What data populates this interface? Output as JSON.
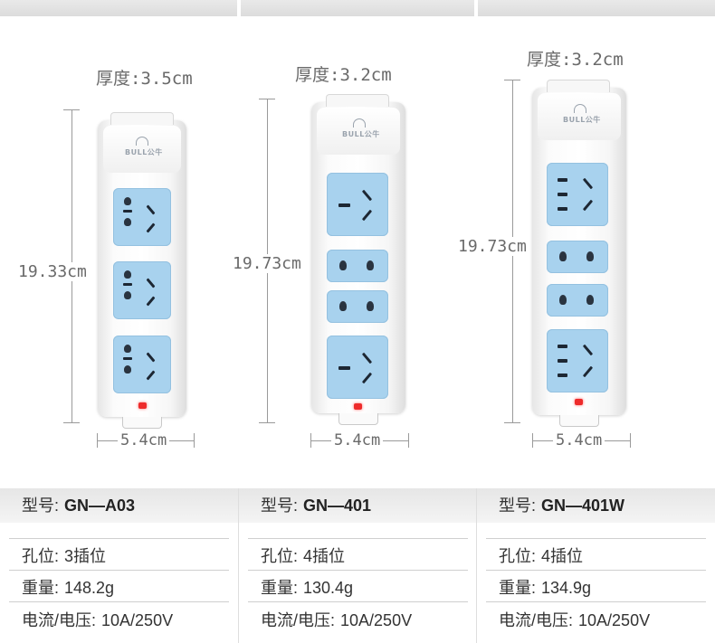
{
  "products": [
    {
      "thickness_label": "厚度:3.5cm",
      "height_label": "19.33cm",
      "width_label": "5.4cm",
      "logo_text": "BULL公牛",
      "specs": {
        "model_label": "型号:",
        "model_value": "GN—A03",
        "holes_label": "孔位:",
        "holes_value": "3插位",
        "weight_label": "重量:",
        "weight_value": "148.2g",
        "rating_label": "电流/电压:",
        "rating_value": "10A/250V"
      }
    },
    {
      "thickness_label": "厚度:3.2cm",
      "height_label": "19.73cm",
      "width_label": "5.4cm",
      "logo_text": "BULL公牛",
      "specs": {
        "model_label": "型号:",
        "model_value": "GN—401",
        "holes_label": "孔位:",
        "holes_value": "4插位",
        "weight_label": "重量:",
        "weight_value": "130.4g",
        "rating_label": "电流/电压:",
        "rating_value": "10A/250V"
      }
    },
    {
      "thickness_label": "厚度:3.2cm",
      "height_label": "19.73cm",
      "width_label": "5.4cm",
      "logo_text": "BULL公牛",
      "specs": {
        "model_label": "型号:",
        "model_value": "GN—401W",
        "holes_label": "孔位:",
        "holes_value": "4插位",
        "weight_label": "重量:",
        "weight_value": "134.9g",
        "rating_label": "电流/电压:",
        "rating_value": "10A/250V"
      }
    }
  ],
  "colors": {
    "socket_blue": "#a8d2ee",
    "indicator_red": "#ee2b2b",
    "strip_white": "#ffffff",
    "spec_header_bg": "#e6e6e6"
  }
}
